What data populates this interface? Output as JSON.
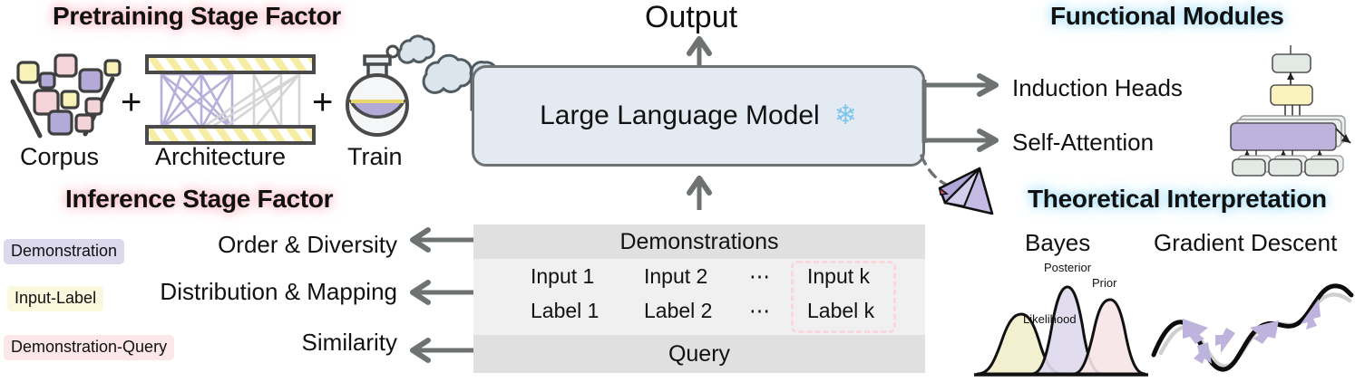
{
  "sections": {
    "pretraining_heading": "Pretraining Stage Factor",
    "inference_heading": "Inference Stage Factor",
    "functional_heading": "Functional Modules",
    "theoretical_heading": "Theoretical Interpretation"
  },
  "pretraining": {
    "items": [
      {
        "label": "Corpus",
        "icon": "corpus-icon"
      },
      {
        "label": "Architecture",
        "icon": "architecture-icon"
      },
      {
        "label": "Train",
        "icon": "flask-icon"
      }
    ],
    "operators": [
      "+",
      "+"
    ]
  },
  "inference": {
    "rows": [
      {
        "pill": "Demonstration",
        "factor": "Order & Diversity",
        "pill_color": "#ddd9ec"
      },
      {
        "pill": "Input-Label",
        "factor": "Distribution & Mapping",
        "pill_color": "#fbf8dd"
      },
      {
        "pill": "Demonstration-Query",
        "factor": "Similarity",
        "pill_color": "#fbe6e9"
      }
    ]
  },
  "center": {
    "output_label": "Output",
    "model_label": "Large Language Model",
    "frozen_icon": "snowflake-icon",
    "prompt": {
      "demonstrations_label": "Demonstrations",
      "query_label": "Query",
      "inputs": [
        "Input  1",
        "Input 2",
        "⋯",
        "Input k"
      ],
      "labels": [
        "Label  1",
        "Label 2",
        "⋯",
        "Label k"
      ],
      "highlight_color": "#f9d7dd"
    }
  },
  "modules": {
    "items": [
      "Induction Heads",
      "Self-Attention"
    ],
    "diagram_icon": "transformer-stack-icon"
  },
  "theory": {
    "items": [
      {
        "title": "Bayes",
        "icon": "bayes-curves-icon"
      },
      {
        "title": "Gradient Descent",
        "icon": "gradient-descent-icon"
      }
    ],
    "bayes_curves": [
      {
        "name": "Likelihood",
        "fill": "#f2f0ce"
      },
      {
        "name": "Posterior",
        "fill": "#dedaee"
      },
      {
        "name": "Prior",
        "fill": "#f7e4e7"
      }
    ]
  },
  "colors": {
    "arrow": "#6e7272",
    "box_fill": "#e3eaf1",
    "box_stroke": "#6e7272",
    "purple": "#b3aad8",
    "yellow": "#f7f3b8",
    "pink": "#f4d3d9",
    "band": "#e0e0e0",
    "band_light": "#f0f0f0"
  }
}
